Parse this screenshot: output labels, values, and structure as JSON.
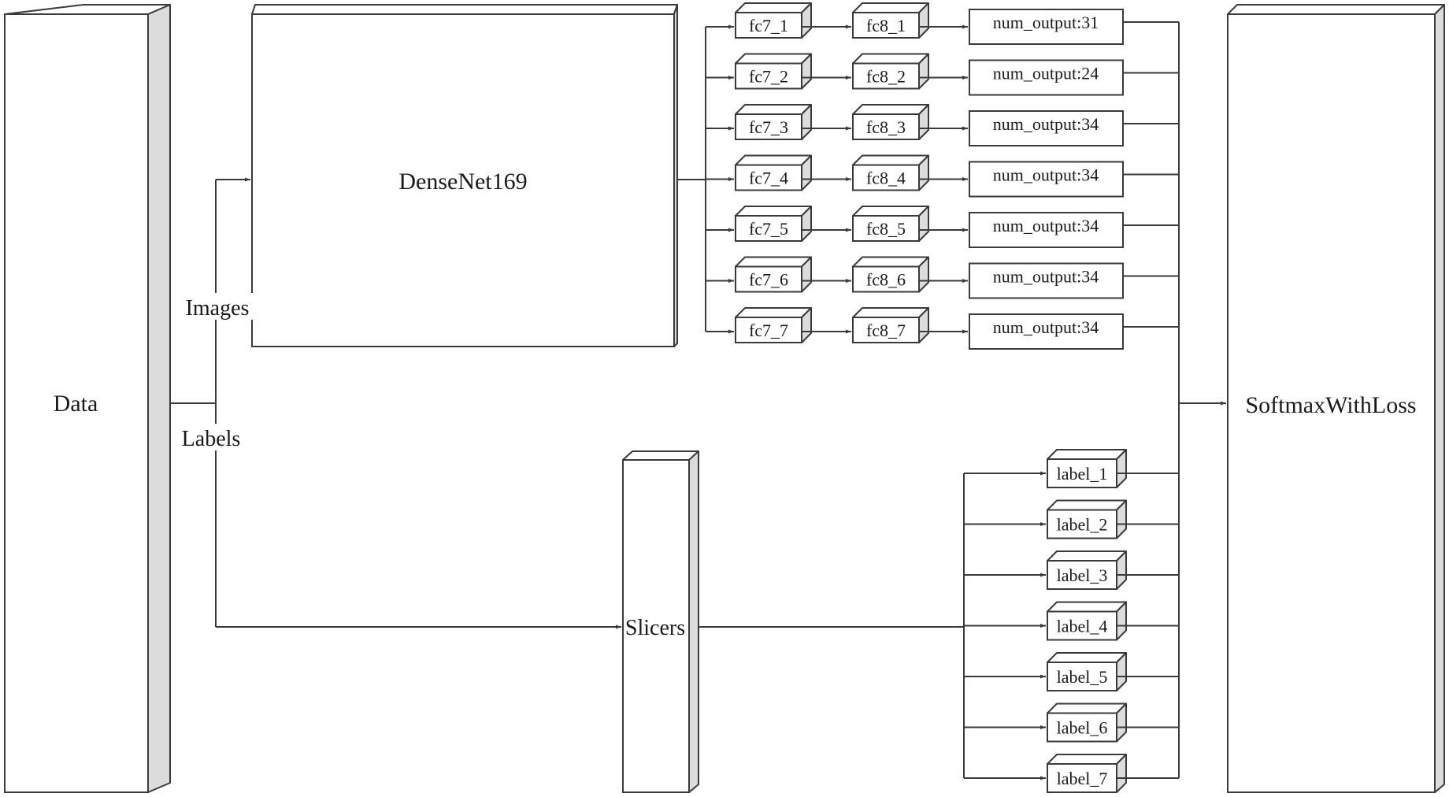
{
  "diagram": {
    "nodes": {
      "data": "Data",
      "densenet": "DenseNet169",
      "slicers": "Slicers",
      "softmax": "SoftmaxWithLoss"
    },
    "edge_labels": {
      "images": "Images",
      "labels": "Labels"
    },
    "branches": [
      {
        "fc7": "fc7_1",
        "fc8": "fc8_1",
        "output": "num_output:31",
        "label": "label_1"
      },
      {
        "fc7": "fc7_2",
        "fc8": "fc8_2",
        "output": "num_output:24",
        "label": "label_2"
      },
      {
        "fc7": "fc7_3",
        "fc8": "fc8_3",
        "output": "num_output:34",
        "label": "label_3"
      },
      {
        "fc7": "fc7_4",
        "fc8": "fc8_4",
        "output": "num_output:34",
        "label": "label_4"
      },
      {
        "fc7": "fc7_5",
        "fc8": "fc8_5",
        "output": "num_output:34",
        "label": "label_5"
      },
      {
        "fc7": "fc7_6",
        "fc8": "fc8_6",
        "output": "num_output:34",
        "label": "label_6"
      },
      {
        "fc7": "fc7_7",
        "fc8": "fc8_7",
        "output": "num_output:34",
        "label": "label_7"
      }
    ],
    "colors": {
      "stroke": "#3a3a3a",
      "side_fill": "#dcdcdc",
      "face_fill": "#ffffff"
    }
  }
}
